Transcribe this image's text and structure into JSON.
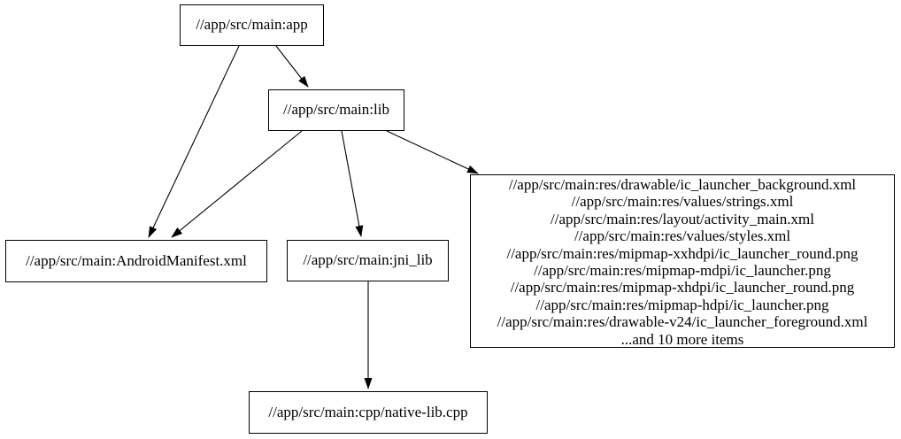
{
  "graph": {
    "colors": {
      "background": "#ffffff",
      "node_border": "#000000",
      "edge": "#000000",
      "text": "#000000"
    },
    "nodes": {
      "app": {
        "label": "//app/src/main:app"
      },
      "lib": {
        "label": "//app/src/main:lib"
      },
      "manifest": {
        "label": "//app/src/main:AndroidManifest.xml"
      },
      "jni_lib": {
        "label": "//app/src/main:jni_lib"
      },
      "cpp": {
        "label": "//app/src/main:cpp/native-lib.cpp"
      },
      "res": {
        "lines": [
          "//app/src/main:res/drawable/ic_launcher_background.xml",
          "//app/src/main:res/values/strings.xml",
          "//app/src/main:res/layout/activity_main.xml",
          "//app/src/main:res/values/styles.xml",
          "//app/src/main:res/mipmap-xxhdpi/ic_launcher_round.png",
          "//app/src/main:res/mipmap-mdpi/ic_launcher.png",
          "//app/src/main:res/mipmap-xhdpi/ic_launcher_round.png",
          "//app/src/main:res/mipmap-hdpi/ic_launcher.png",
          "//app/src/main:res/drawable-v24/ic_launcher_foreground.xml",
          "...and 10 more items"
        ]
      }
    },
    "edges": [
      {
        "from": "app",
        "to": "lib"
      },
      {
        "from": "app",
        "to": "manifest"
      },
      {
        "from": "lib",
        "to": "manifest"
      },
      {
        "from": "lib",
        "to": "jni_lib"
      },
      {
        "from": "lib",
        "to": "res"
      },
      {
        "from": "jni_lib",
        "to": "cpp"
      }
    ]
  }
}
